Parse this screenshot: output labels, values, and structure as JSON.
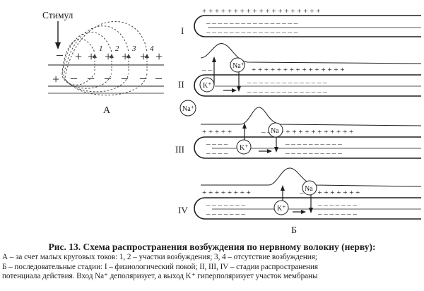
{
  "panel_a": {
    "stimulus_label": "Стимул",
    "panel_label": "А",
    "site_numbers": [
      "1",
      "2",
      "3",
      "4"
    ]
  },
  "panel_b": {
    "panel_label": "Б",
    "stage_labels": [
      "I",
      "II",
      "III",
      "IV"
    ],
    "ion_na": "Na",
    "ion_na_plus": "Na⁺",
    "ion_k": "K⁺"
  },
  "caption": {
    "title": "Рис. 13. Схема распространения возбуждения по нервному волокну (нерву):",
    "line1": "А – за счет малых круговых токов: 1, 2 – участки возбуждения; 3, 4 – отсутствие возбуждения;",
    "line2": "Б – последовательные стадии: I – физиологический покой; II, III, IV – стадии распространения",
    "line3": "потенциала действия. Вход Na⁺ деполяризует, а выход K⁺ гиперполяризует участок мембраны"
  }
}
